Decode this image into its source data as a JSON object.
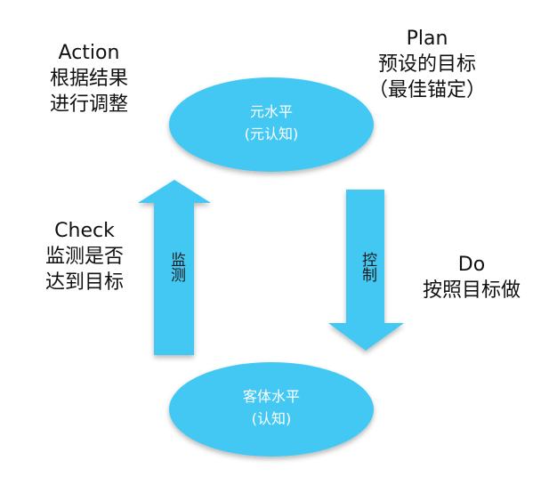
{
  "colors": {
    "node_fill": "#42C8F2",
    "arrow_fill": "#42C8F2",
    "node_text": "#FFFFFF",
    "label_text": "#111111"
  },
  "nodes": {
    "meta": {
      "line1": "元水平",
      "line2": "(元认知)"
    },
    "object": {
      "line1": "客体水平",
      "line2": "(认知)"
    }
  },
  "arrows": {
    "control": {
      "label": "控制",
      "direction": "down"
    },
    "monitor": {
      "label": "监测",
      "direction": "up"
    }
  },
  "labels": {
    "plan": {
      "title": "Plan",
      "line1": "预设的目标",
      "line2": "（最佳锚定）"
    },
    "action": {
      "title": "Action",
      "line1": "根据结果",
      "line2": "进行调整"
    },
    "check": {
      "title": "Check",
      "line1": "监测是否",
      "line2": "达到目标"
    },
    "do": {
      "title": "Do",
      "line1": "按照目标做"
    }
  }
}
